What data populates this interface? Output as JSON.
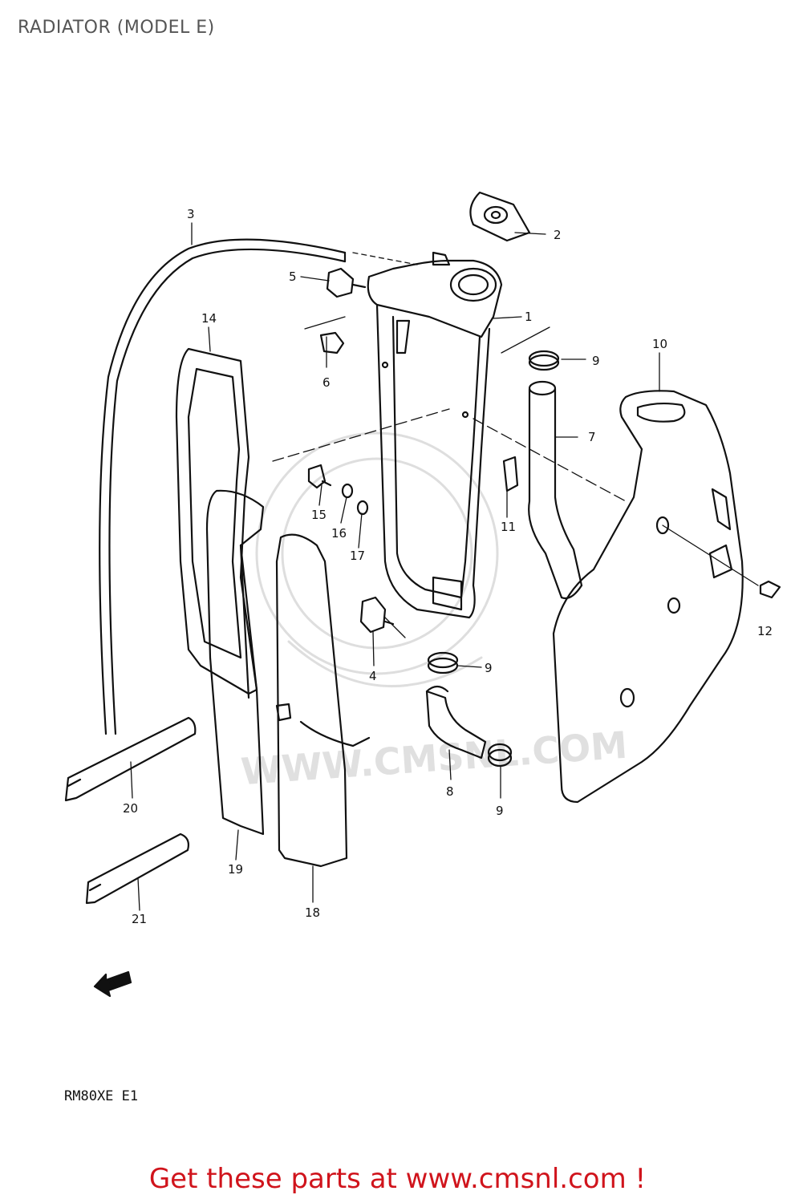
{
  "title": "RADIATOR (MODEL E)",
  "model_code": "RM80XE E1",
  "fwd_label": "FWD",
  "footer_link": "Get these parts at www.cmsnl.com !",
  "footer_color": "#d0141c",
  "watermark": "WWW.CMSNL.COM",
  "parts": [
    {
      "no": "1"
    },
    {
      "no": "2"
    },
    {
      "no": "3"
    },
    {
      "no": "4"
    },
    {
      "no": "5"
    },
    {
      "no": "6"
    },
    {
      "no": "7"
    },
    {
      "no": "8"
    },
    {
      "no": "9"
    },
    {
      "no": "9"
    },
    {
      "no": "9"
    },
    {
      "no": "10"
    },
    {
      "no": "11"
    },
    {
      "no": "12"
    },
    {
      "no": "14"
    },
    {
      "no": "15"
    },
    {
      "no": "16"
    },
    {
      "no": "17"
    },
    {
      "no": "18"
    },
    {
      "no": "19"
    },
    {
      "no": "20"
    },
    {
      "no": "21"
    }
  ]
}
